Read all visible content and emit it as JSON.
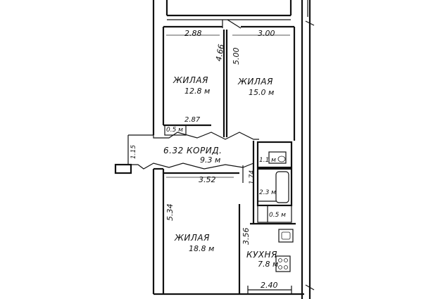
{
  "plan": {
    "rooms": {
      "living_top_left": {
        "name": "ЖИЛАЯ",
        "area": "12.8 м"
      },
      "living_top_right": {
        "name": "ЖИЛАЯ",
        "area": "15.0 м"
      },
      "corridor": {
        "name": "6.32 КОРИД.",
        "area": "9.3 м"
      },
      "living_bottom": {
        "name": "ЖИЛАЯ",
        "area": "18.8 м"
      },
      "kitchen": {
        "name": "КУХНЯ",
        "area": "7.8 м"
      }
    },
    "areas": {
      "closet": "0.5 м",
      "wc": "1.1 м",
      "bath": "2.3 м",
      "storage": "0.5 м"
    },
    "dimensions": {
      "top_left_width": "2.88",
      "top_left_height": "4.66",
      "top_right_width": "3.00",
      "top_right_height": "5.00",
      "closet_width": "2.87",
      "corridor_side": "1.15",
      "bottom_room_width": "3.52",
      "bottom_room_height": "5.34",
      "kitchen_height": "3.56",
      "kitchen_width": "2.40",
      "bath_side": "1.74"
    }
  }
}
